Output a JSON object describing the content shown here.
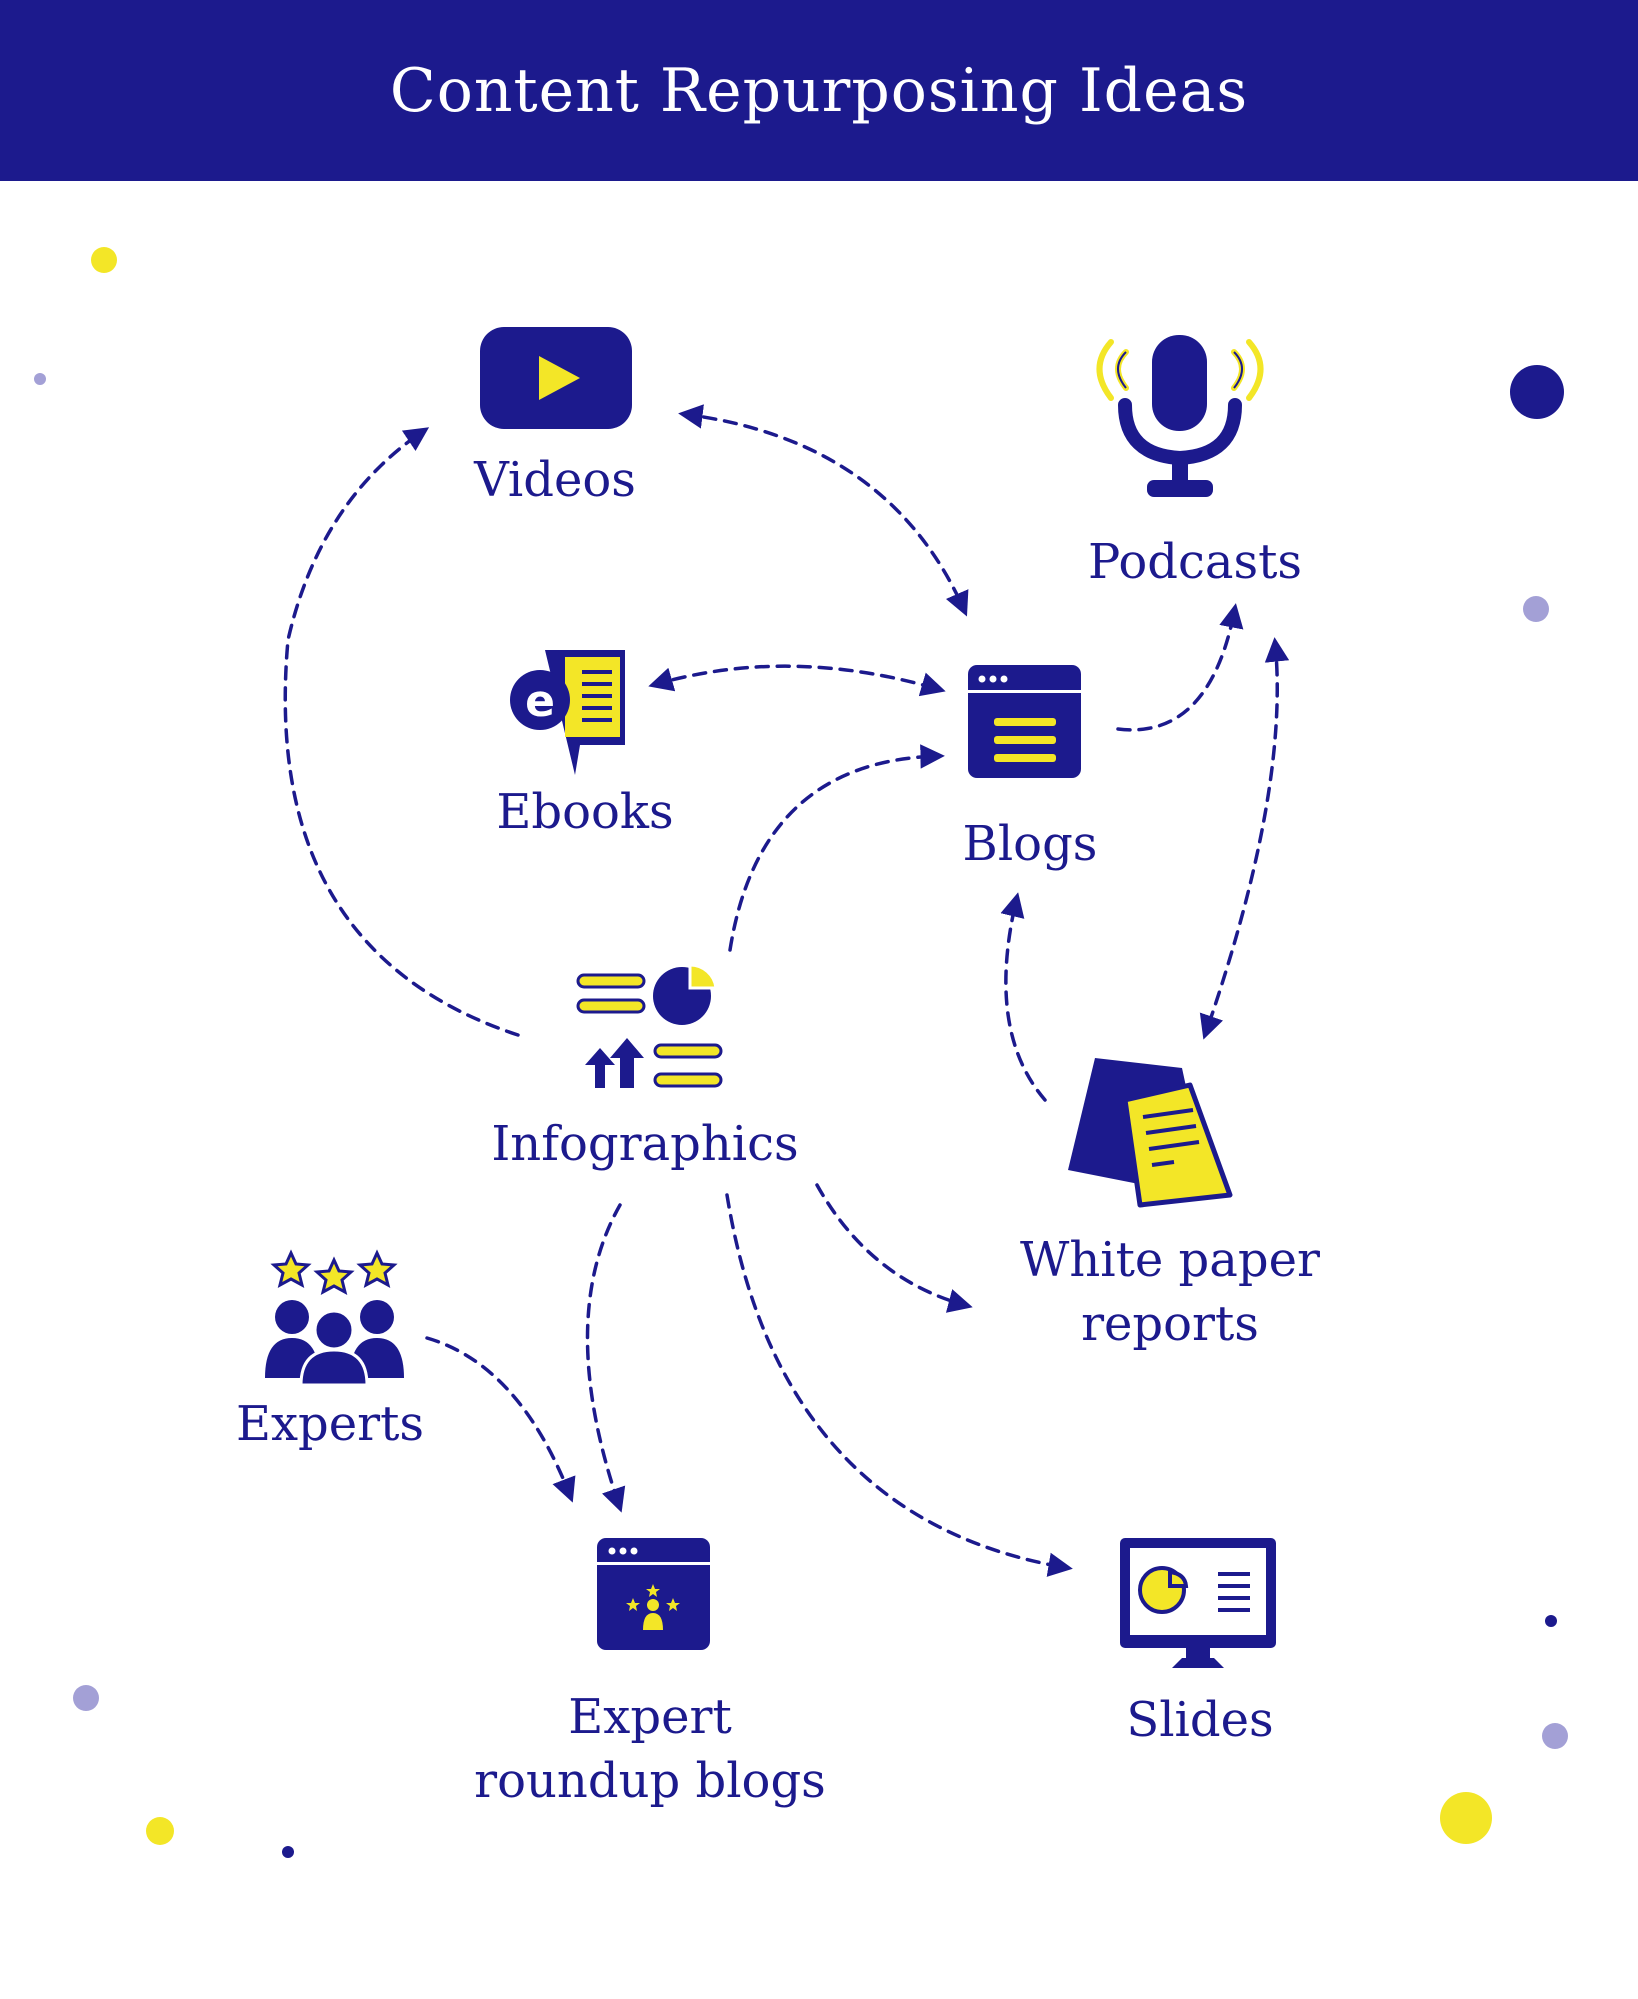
{
  "title": "Content Repurposing Ideas",
  "colors": {
    "primary": "#1c1a8d",
    "accent": "#f3e627",
    "muted": "#a3a0d6",
    "background": "#ffffff"
  },
  "nodes": {
    "videos": {
      "label": "Videos",
      "icon": "video-play-icon"
    },
    "podcasts": {
      "label": "Podcasts",
      "icon": "microphone-icon"
    },
    "ebooks": {
      "label": "Ebooks",
      "icon": "ebook-icon"
    },
    "blogs": {
      "label": "Blogs",
      "icon": "browser-window-icon"
    },
    "infographics": {
      "label": "Infographics",
      "icon": "infographic-icon"
    },
    "white_paper": {
      "label_line1": "White paper",
      "label_line2": "reports",
      "icon": "documents-icon"
    },
    "experts": {
      "label": "Experts",
      "icon": "expert-group-icon"
    },
    "expert_roundup": {
      "label_line1": "Expert",
      "label_line2": "roundup blogs",
      "icon": "roundup-browser-icon"
    },
    "slides": {
      "label": "Slides",
      "icon": "presentation-monitor-icon"
    }
  },
  "connections": [
    {
      "from": "Videos",
      "to": "Blogs",
      "bidirectional": true
    },
    {
      "from": "Ebooks",
      "to": "Blogs",
      "bidirectional": true
    },
    {
      "from": "Blogs",
      "to": "Podcasts",
      "bidirectional": false
    },
    {
      "from": "Podcasts",
      "to": "White paper reports",
      "bidirectional": true
    },
    {
      "from": "Infographics",
      "to": "Videos",
      "bidirectional": false
    },
    {
      "from": "Infographics",
      "to": "Blogs",
      "bidirectional": false
    },
    {
      "from": "White paper reports",
      "to": "Blogs",
      "bidirectional": false
    },
    {
      "from": "Infographics",
      "to": "White paper reports",
      "bidirectional": false
    },
    {
      "from": "Infographics",
      "to": "Expert roundup blogs",
      "bidirectional": false
    },
    {
      "from": "Infographics",
      "to": "Slides",
      "bidirectional": false
    },
    {
      "from": "Experts",
      "to": "Expert roundup blogs",
      "bidirectional": false
    }
  ]
}
